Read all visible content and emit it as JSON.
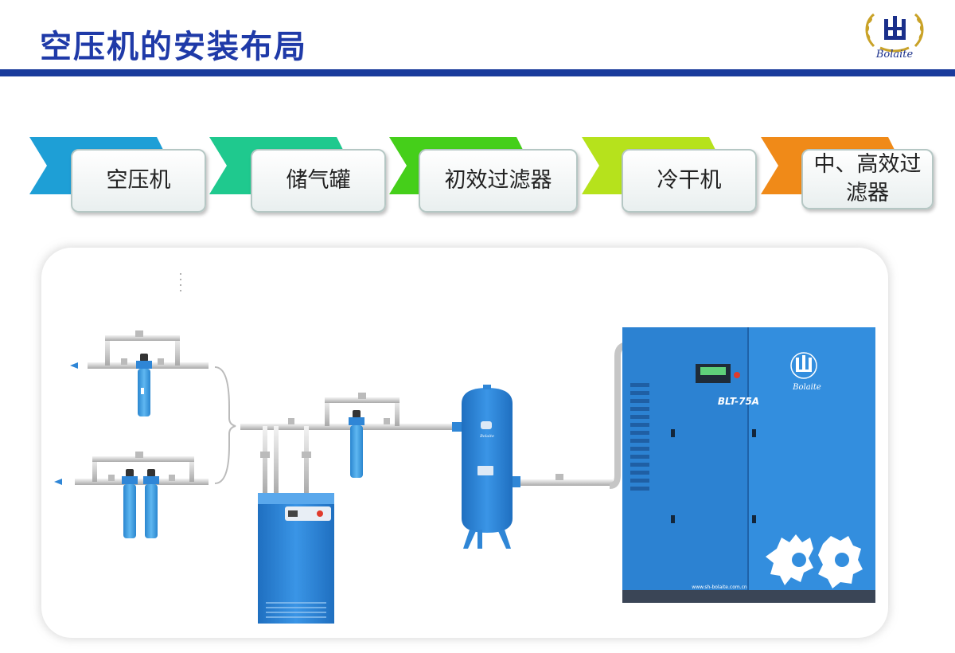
{
  "header": {
    "title": "空压机的安装布局",
    "logo_text": "Bolaite"
  },
  "steps": [
    {
      "label": "空压机",
      "color": "#1e9fd6"
    },
    {
      "label": "储气罐",
      "color": "#1fc98e"
    },
    {
      "label": "初效过滤器",
      "color": "#45cf1a"
    },
    {
      "label": "冷干机",
      "color": "#b6e21c"
    },
    {
      "label": "中、高效过滤器",
      "color": "#f08a18"
    }
  ],
  "diagram": {
    "compressor_model": "BLT-75A",
    "compressor_brand": "Bolaite",
    "compressor_website": "www.sh-bolaite.com.cn",
    "tank_brand": "Bolaite",
    "equipment_color": "#2f86d6"
  }
}
